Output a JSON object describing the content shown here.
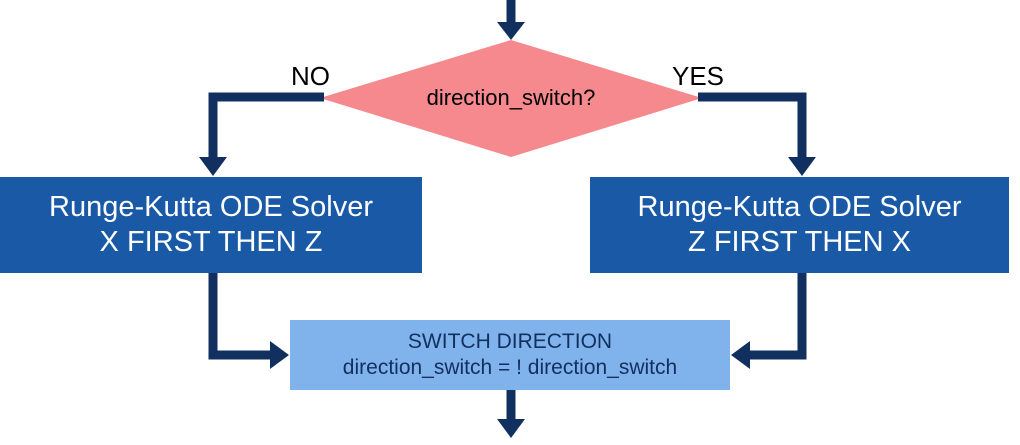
{
  "diagram": {
    "type": "flowchart",
    "decision": {
      "label": "direction_switch?",
      "no_label": "NO",
      "yes_label": "YES"
    },
    "boxes": {
      "solver_left": {
        "line1": "Runge-Kutta ODE Solver",
        "line2": "X FIRST THEN Z"
      },
      "solver_right": {
        "line1": "Runge-Kutta ODE Solver",
        "line2": "Z FIRST THEN X"
      },
      "switch": {
        "line1": "SWITCH DIRECTION",
        "line2": "direction_switch = ! direction_switch"
      }
    },
    "edges": [
      {
        "name": "entry-arrow",
        "from": "above",
        "to": "decision"
      },
      {
        "name": "no-branch-arrow",
        "from": "decision",
        "to": "solver_left",
        "label": "NO"
      },
      {
        "name": "yes-branch-arrow",
        "from": "decision",
        "to": "solver_right",
        "label": "YES"
      },
      {
        "name": "left-join-arrow",
        "from": "solver_left",
        "to": "switch"
      },
      {
        "name": "right-join-arrow",
        "from": "solver_right",
        "to": "switch"
      },
      {
        "name": "exit-arrow",
        "from": "switch",
        "to": "below"
      }
    ],
    "colors": {
      "decision_fill": "#f5898d",
      "solver_fill": "#1959a6",
      "switch_fill": "#80b2ec",
      "arrow": "#12305f",
      "solver_text": "#ffffff",
      "switch_text": "#12305f",
      "label_text": "#000000",
      "canvas_bg": "#ffffff"
    }
  }
}
